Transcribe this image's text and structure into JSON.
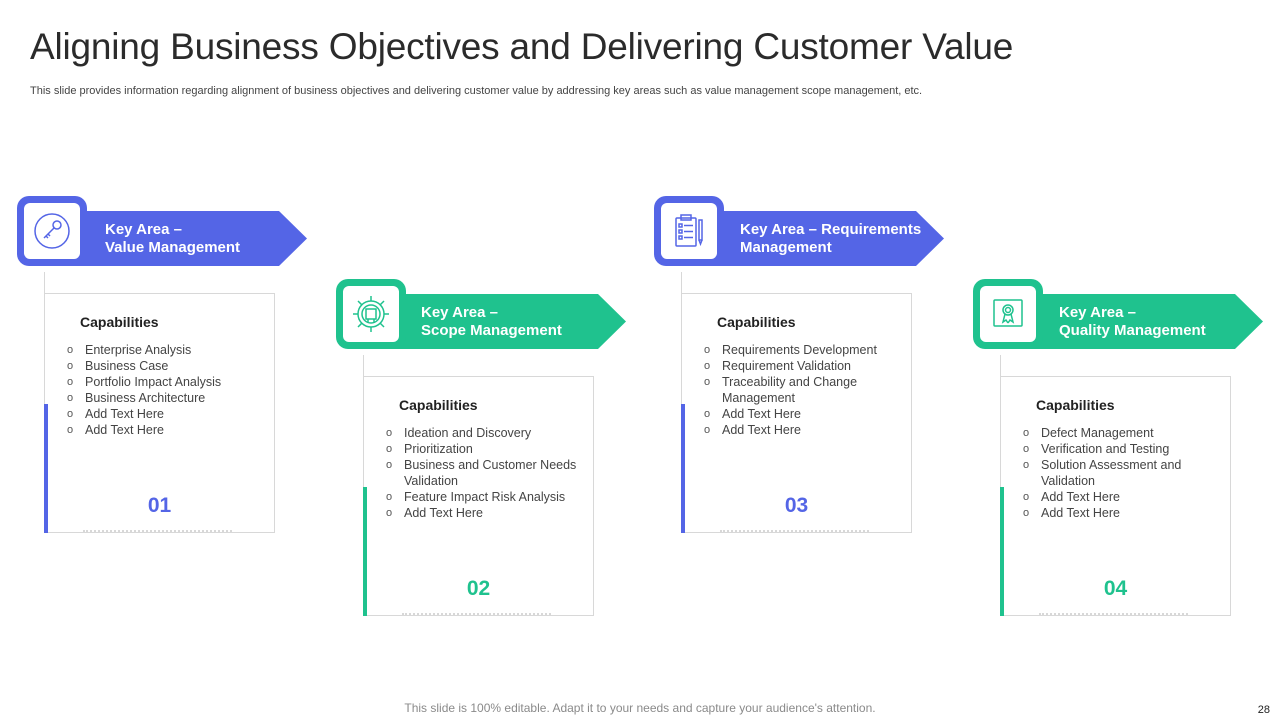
{
  "title": "Aligning Business Objectives and Delivering Customer Value",
  "subtitle": "This slide provides information regarding alignment of business objectives and delivering customer value by addressing key areas such as value management scope management, etc.",
  "colors": {
    "blue": "#5465e6",
    "green": "#1fc28e"
  },
  "cards": [
    {
      "icon": "key-icon",
      "line1": "Key Area –",
      "line2": "Value Management",
      "cap_title": "Capabilities",
      "items": [
        "Enterprise Analysis",
        "Business Case",
        "Portfolio Impact Analysis",
        "Business Architecture",
        "Add Text Here",
        "Add Text Here"
      ],
      "number": "01"
    },
    {
      "icon": "gear-icon",
      "line1": "Key Area –",
      "line2": "Scope Management",
      "cap_title": "Capabilities",
      "items": [
        "Ideation and Discovery",
        "Prioritization",
        "Business and Customer Needs Validation",
        "Feature Impact Risk Analysis",
        "Add Text Here"
      ],
      "number": "02"
    },
    {
      "icon": "checklist-icon",
      "line1": "Key Area – Requirements",
      "line2": "Management",
      "cap_title": "Capabilities",
      "items": [
        "Requirements Development",
        "Requirement Validation",
        "Traceability and Change Management",
        "Add Text Here",
        "Add Text Here"
      ],
      "number": "03"
    },
    {
      "icon": "certificate-icon",
      "line1": "Key Area –",
      "line2": "Quality Management",
      "cap_title": "Capabilities",
      "items": [
        "Defect Management",
        "Verification and Testing",
        "Solution Assessment and Validation",
        "Add Text Here",
        "Add Text Here"
      ],
      "number": "04"
    }
  ],
  "footer": "This slide is 100% editable. Adapt it to your needs and capture your audience's attention.",
  "page_number": "28"
}
